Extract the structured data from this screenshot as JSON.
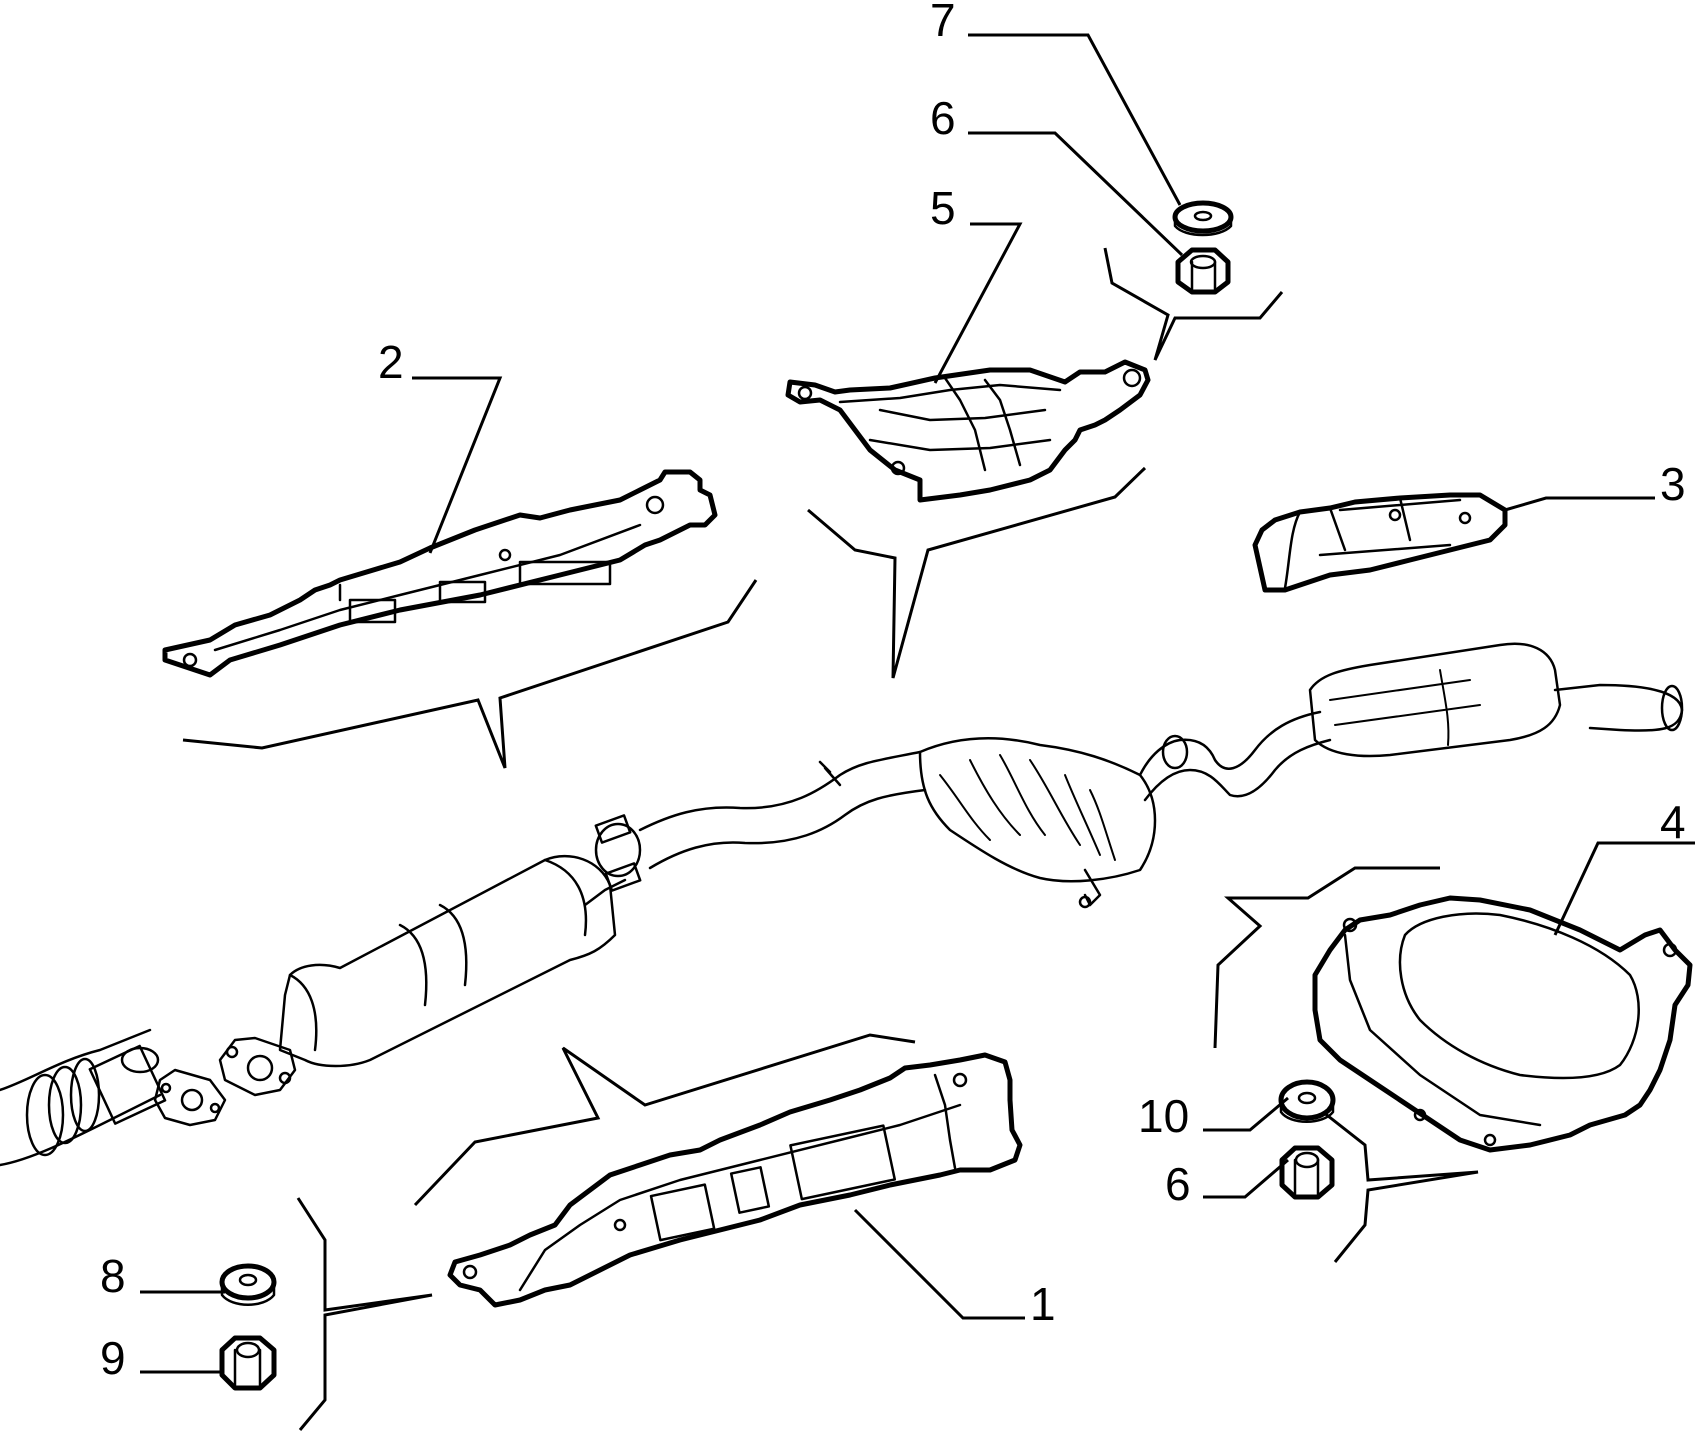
{
  "callouts": [
    {
      "id": "c1",
      "label": "1"
    },
    {
      "id": "c2",
      "label": "2"
    },
    {
      "id": "c3",
      "label": "3"
    },
    {
      "id": "c4",
      "label": "4"
    },
    {
      "id": "c5",
      "label": "5"
    },
    {
      "id": "c6a",
      "label": "6"
    },
    {
      "id": "c6b",
      "label": "6"
    },
    {
      "id": "c7",
      "label": "7"
    },
    {
      "id": "c8",
      "label": "8"
    },
    {
      "id": "c9",
      "label": "9"
    },
    {
      "id": "c10",
      "label": "10"
    }
  ]
}
